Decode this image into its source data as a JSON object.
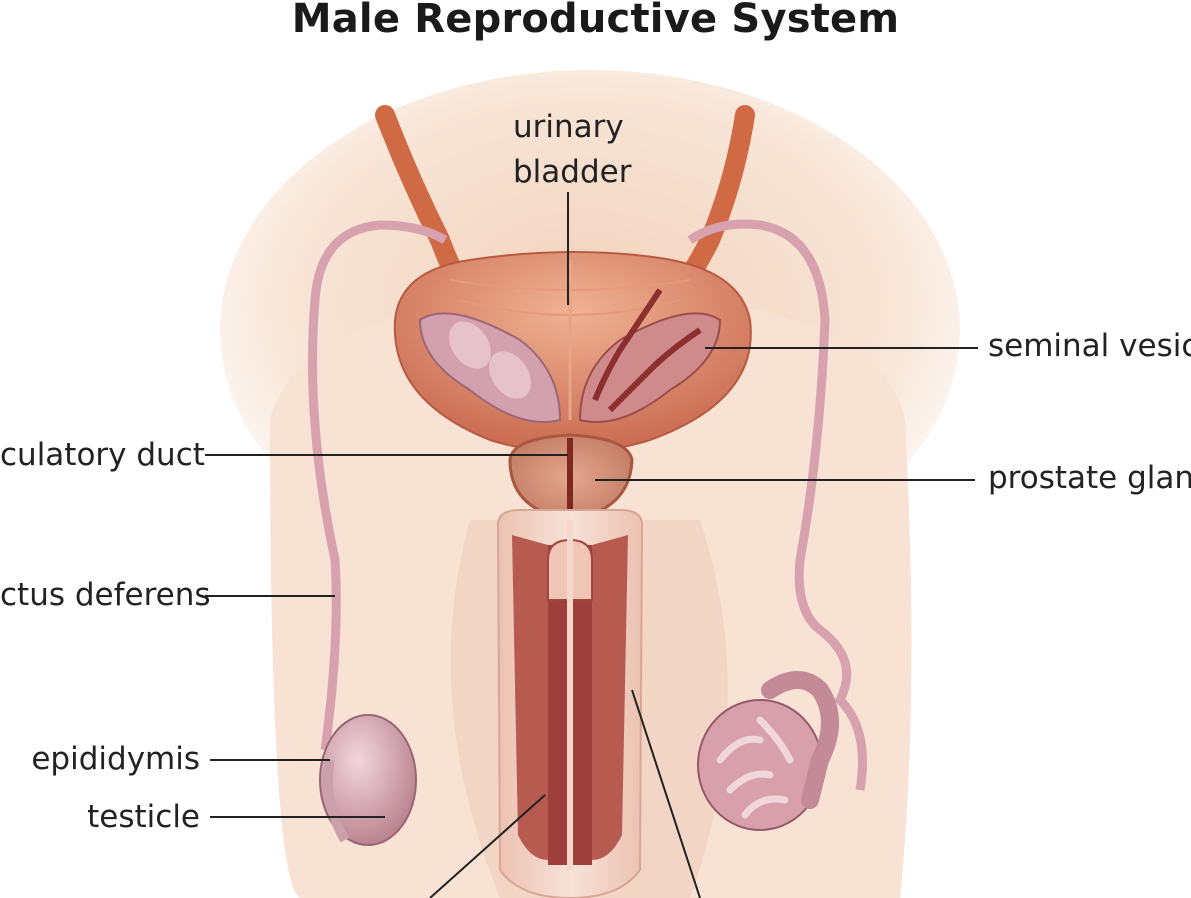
{
  "title": "Male Reproductive System",
  "labels": {
    "urinary_bladder_line1": "urinary",
    "urinary_bladder_line2": "bladder",
    "seminal_vesicle": "seminal vesic",
    "prostate_gland": "prostate glan",
    "ejaculatory_duct": "culatory duct",
    "ductus_deferens": "ctus deferens",
    "epididymis": "epididymis",
    "testicle": "testicle"
  },
  "colors": {
    "skin_light": "#f8e3d2",
    "skin_mid": "#f1cdb5",
    "tissue": "#d9846c",
    "tissue_dark": "#a24a3e",
    "organ_pink": "#d7a6b0",
    "leader_line": "#222222"
  }
}
